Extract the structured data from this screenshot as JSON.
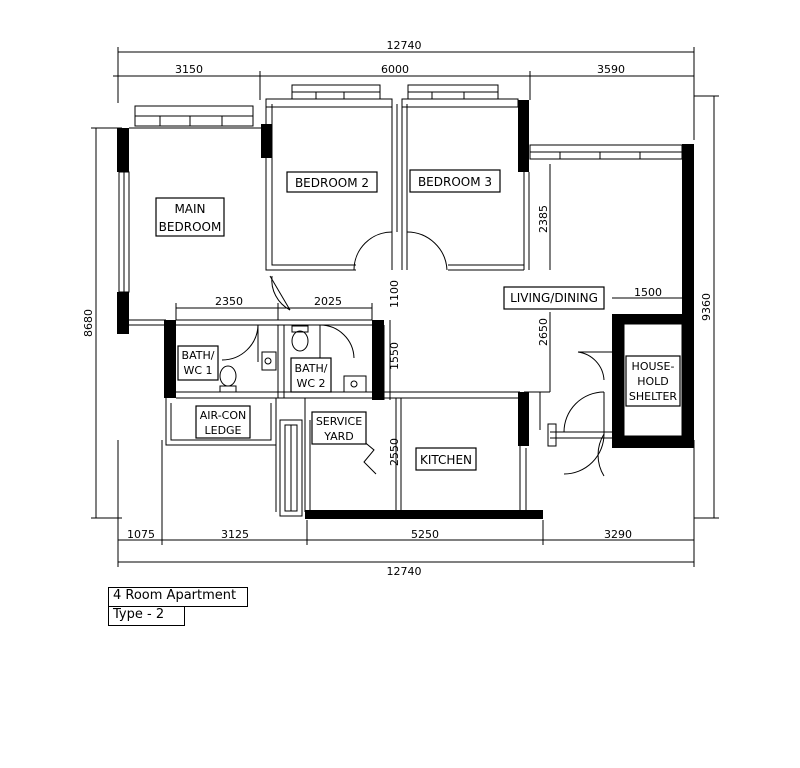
{
  "rooms": {
    "main_bedroom": [
      "MAIN",
      "BEDROOM"
    ],
    "bedroom_2": "BEDROOM 2",
    "bedroom_3": "BEDROOM 3",
    "living_dining": "LIVING/DINING",
    "bath_wc_1": [
      "BATH/",
      "WC 1"
    ],
    "bath_wc_2": [
      "BATH/",
      "WC 2"
    ],
    "air_con_ledge": [
      "AIR-CON",
      "LEDGE"
    ],
    "service_yard": [
      "SERVICE",
      "YARD"
    ],
    "kitchen": "KITCHEN",
    "household_shelter": [
      "HOUSE-",
      "HOLD",
      "SHELTER"
    ]
  },
  "dimensions": {
    "top_overall": "12740",
    "top_1": "3150",
    "top_2": "6000",
    "top_3": "3590",
    "bottom_overall": "12740",
    "bottom_1": "1075",
    "bottom_2": "3125",
    "bottom_3": "5250",
    "bottom_4": "3290",
    "left_overall": "8680",
    "right_overall": "9360",
    "bath_1_width": "2350",
    "bath_2_width": "2025",
    "corridor_1100": "1100",
    "living_2385": "2385",
    "living_2650": "2650",
    "shelter_1500": "1500",
    "bath_1550": "1550",
    "kitchen_2550": "2550"
  },
  "title": {
    "line1": "4 Room Apartment",
    "line2": "Type - 2"
  }
}
